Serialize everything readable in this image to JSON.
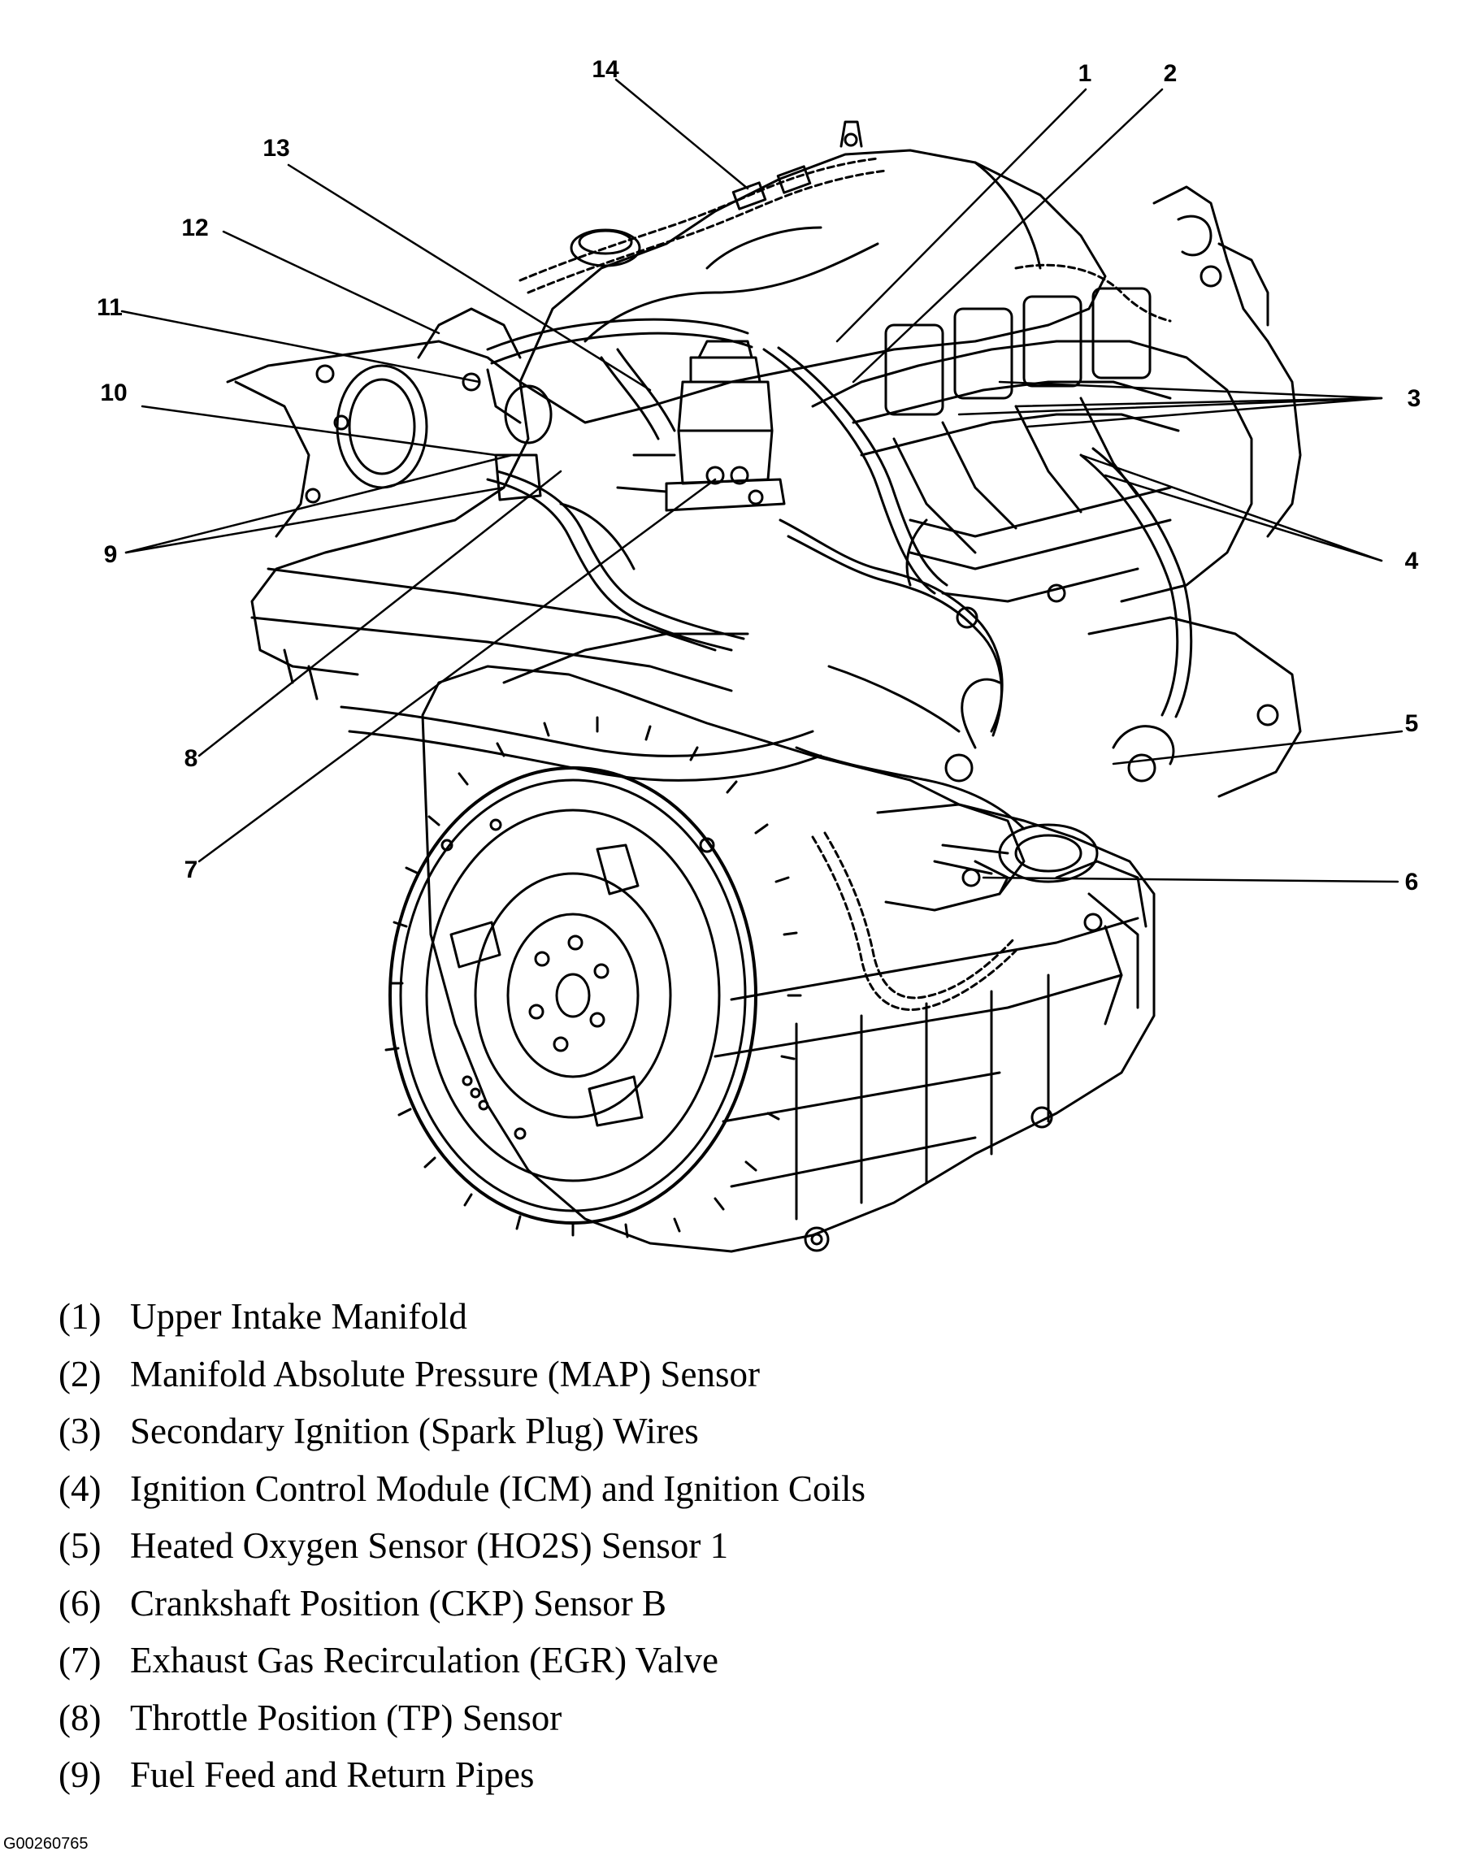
{
  "callouts": [
    {
      "id": "1",
      "text": "1"
    },
    {
      "id": "2",
      "text": "2"
    },
    {
      "id": "3",
      "text": "3"
    },
    {
      "id": "4",
      "text": "4"
    },
    {
      "id": "5",
      "text": "5"
    },
    {
      "id": "6",
      "text": "6"
    },
    {
      "id": "7",
      "text": "7"
    },
    {
      "id": "8",
      "text": "8"
    },
    {
      "id": "9",
      "text": "9"
    },
    {
      "id": "10",
      "text": "10"
    },
    {
      "id": "11",
      "text": "11"
    },
    {
      "id": "12",
      "text": "12"
    },
    {
      "id": "13",
      "text": "13"
    },
    {
      "id": "14",
      "text": "14"
    }
  ],
  "legend": [
    {
      "num": "(1)",
      "label": "Upper Intake Manifold"
    },
    {
      "num": "(2)",
      "label": "Manifold Absolute Pressure (MAP) Sensor"
    },
    {
      "num": "(3)",
      "label": "Secondary Ignition (Spark Plug) Wires"
    },
    {
      "num": "(4)",
      "label": "Ignition Control Module (ICM) and Ignition Coils"
    },
    {
      "num": "(5)",
      "label": "Heated Oxygen Sensor (HO2S) Sensor 1"
    },
    {
      "num": "(6)",
      "label": "Crankshaft Position (CKP) Sensor B"
    },
    {
      "num": "(7)",
      "label": "Exhaust Gas Recirculation (EGR) Valve"
    },
    {
      "num": "(8)",
      "label": "Throttle Position (TP) Sensor"
    },
    {
      "num": "(9)",
      "label": "Fuel Feed and Return Pipes"
    }
  ],
  "figure_id": "G00260765"
}
